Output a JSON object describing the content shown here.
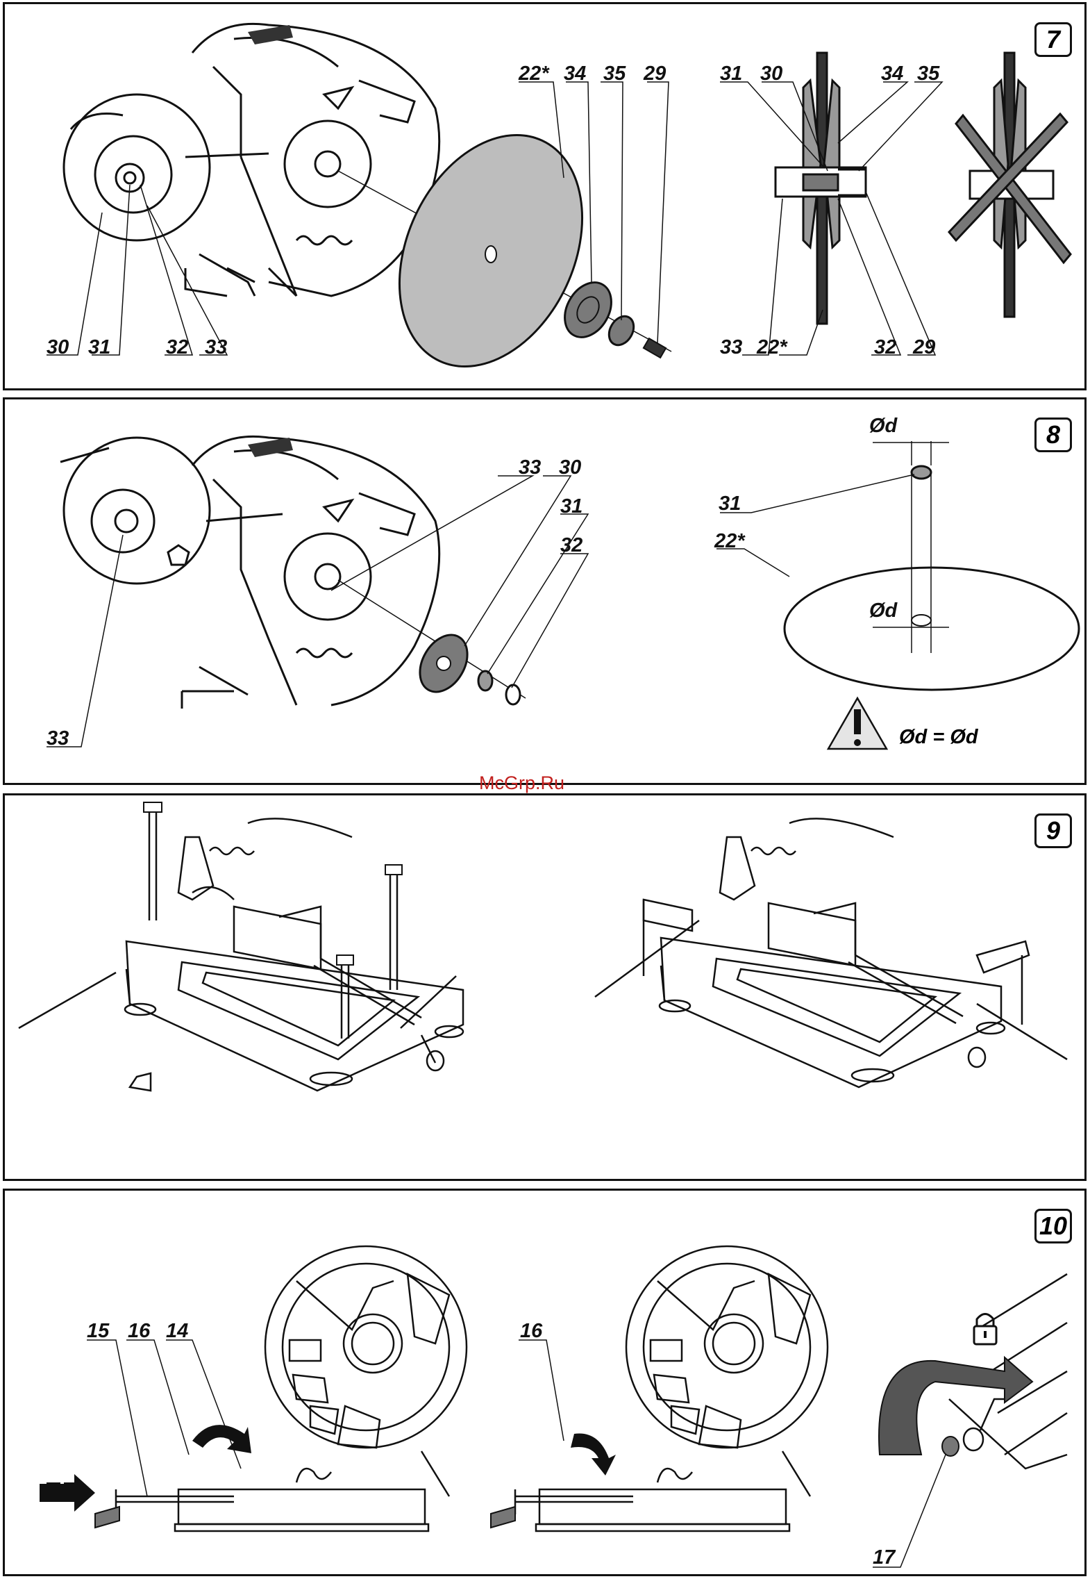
{
  "figures": [
    {
      "number": "7",
      "labels": {
        "left_30": "30",
        "left_31": "31",
        "left_32": "32",
        "left_33": "33",
        "top_22": "22*",
        "top_34": "34",
        "top_35": "35",
        "top_29": "29",
        "sec_31": "31",
        "sec_30": "30",
        "sec_34": "34",
        "sec_35": "35",
        "sec_33": "33",
        "sec_22": "22*",
        "sec_32": "32",
        "sec_29": "29"
      }
    },
    {
      "number": "8",
      "labels": {
        "l33a": "33",
        "l30": "30",
        "l31": "31",
        "l32": "32",
        "l33b": "33",
        "d_top": "Ød",
        "r31": "31",
        "r22": "22*",
        "d_bottom": "Ød"
      },
      "warning_text": "Ød = Ød"
    },
    {
      "number": "9"
    },
    {
      "number": "10",
      "labels": {
        "l15": "15",
        "l16a": "16",
        "l14": "14",
        "l16b": "16",
        "l17": "17"
      }
    }
  ],
  "watermark": "McGrp.Ru",
  "colors": {
    "line": "#111111",
    "blade_fill": "#bdbdbd",
    "flange_fill": "#7a7a7a",
    "arrow_fill": "#555555",
    "watermark": "#c2201e"
  }
}
